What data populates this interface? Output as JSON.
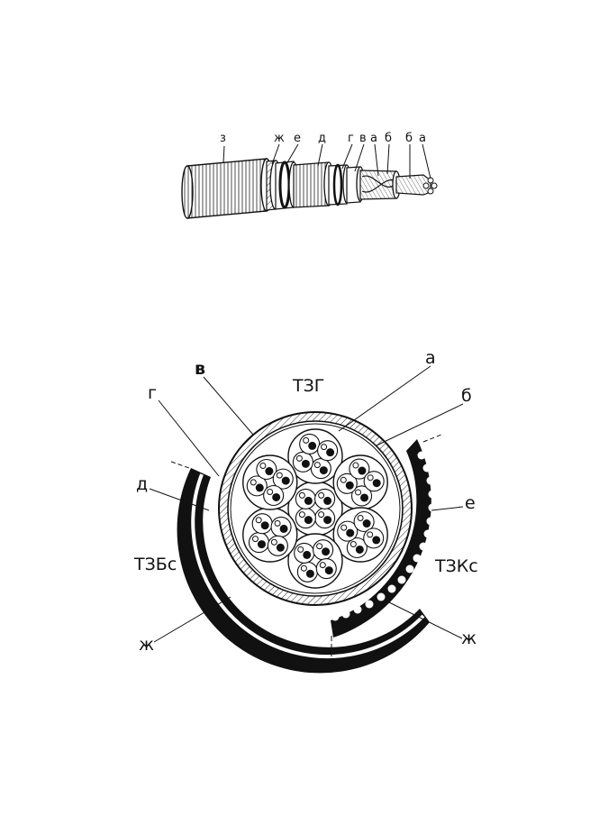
{
  "top_figure": {
    "labels": [
      "з",
      "ж",
      "е",
      "д",
      "г",
      "в",
      "а",
      "б",
      "б",
      "а"
    ]
  },
  "bottom_figure": {
    "labels": {
      "v": "в",
      "tzg": "ТЗГ",
      "a": "а",
      "g": "г",
      "b": "б",
      "d": "д",
      "e": "е",
      "tzbs": "ТЗБс",
      "tzks": "ТЗКс",
      "zh_left": "ж",
      "zh_right": "ж"
    }
  }
}
